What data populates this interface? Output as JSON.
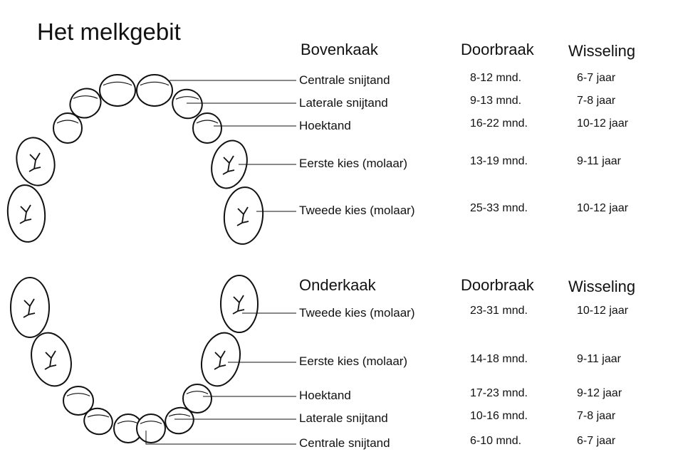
{
  "title": "Het melkgebit",
  "upper": {
    "heading": "Bovenkaak",
    "col_eruption": "Doorbraak",
    "col_shedding": "Wisseling",
    "rows": [
      {
        "tooth": "Centrale snijtand",
        "eruption": "8-12 mnd.",
        "shedding": "6-7 jaar"
      },
      {
        "tooth": "Laterale snijtand",
        "eruption": "9-13 mnd.",
        "shedding": "7-8 jaar"
      },
      {
        "tooth": "Hoektand",
        "eruption": "16-22 mnd.",
        "shedding": "10-12 jaar"
      },
      {
        "tooth": "Eerste kies (molaar)",
        "eruption": "13-19 mnd.",
        "shedding": "9-11 jaar"
      },
      {
        "tooth": "Tweede kies (molaar)",
        "eruption": "25-33 mnd.",
        "shedding": "10-12 jaar"
      }
    ]
  },
  "lower": {
    "heading": "Onderkaak",
    "col_eruption": "Doorbraak",
    "col_shedding": "Wisseling",
    "rows": [
      {
        "tooth": "Tweede kies (molaar)",
        "eruption": "23-31 mnd.",
        "shedding": "10-12 jaar"
      },
      {
        "tooth": "Eerste kies (molaar)",
        "eruption": "14-18 mnd.",
        "shedding": "9-11 jaar"
      },
      {
        "tooth": "Hoektand",
        "eruption": "17-23 mnd.",
        "shedding": "9-12 jaar"
      },
      {
        "tooth": "Laterale snijtand",
        "eruption": "10-16 mnd.",
        "shedding": "7-8 jaar"
      },
      {
        "tooth": "Centrale snijtand",
        "eruption": "6-10 mnd.",
        "shedding": "6-7 jaar"
      }
    ]
  }
}
